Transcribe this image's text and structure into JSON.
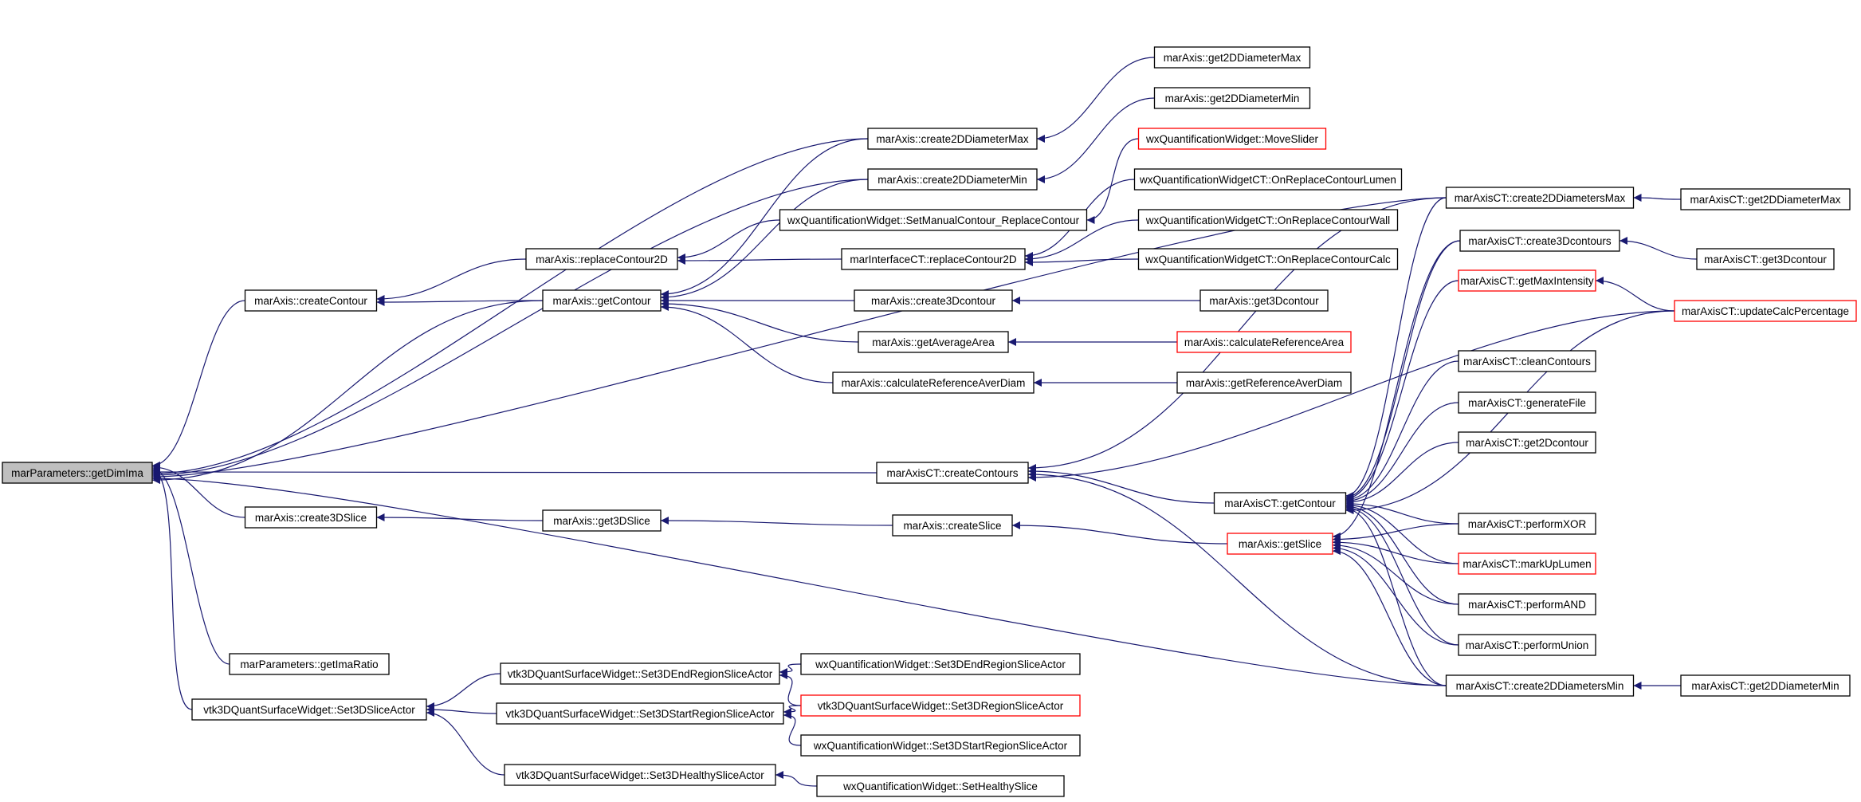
{
  "graph": {
    "colors": {
      "edge": "#191970",
      "highlight_border": "#ff0000",
      "root_fill": "#bfbfbf",
      "border": "#000000"
    },
    "nodes": [
      {
        "id": "root",
        "label": "marParameters::getDimIma",
        "style": "root"
      },
      {
        "id": "createContour",
        "label": "marAxis::createContour"
      },
      {
        "id": "create3DSlice",
        "label": "marAxis::create3DSlice"
      },
      {
        "id": "getImaRatio",
        "label": "marParameters::getImaRatio"
      },
      {
        "id": "set3DSliceActor",
        "label": "vtk3DQuantSurfaceWidget::Set3DSliceActor"
      },
      {
        "id": "replaceContour2D",
        "label": "marAxis::replaceContour2D"
      },
      {
        "id": "getContour",
        "label": "marAxis::getContour"
      },
      {
        "id": "get3DSlice",
        "label": "marAxis::get3DSlice"
      },
      {
        "id": "setEndRegion",
        "label": "vtk3DQuantSurfaceWidget::Set3DEndRegionSliceActor"
      },
      {
        "id": "setStartRegion",
        "label": "vtk3DQuantSurfaceWidget::Set3DStartRegionSliceActor"
      },
      {
        "id": "setHealthy",
        "label": "vtk3DQuantSurfaceWidget::Set3DHealthySliceActor"
      },
      {
        "id": "create2DDiamMax",
        "label": "marAxis::create2DDiameterMax"
      },
      {
        "id": "create2DDiamMin",
        "label": "marAxis::create2DDiameterMin"
      },
      {
        "id": "setManualContour",
        "label": "wxQuantificationWidget::SetManualContour_ReplaceContour"
      },
      {
        "id": "miReplaceContour2D",
        "label": "marInterfaceCT::replaceContour2D"
      },
      {
        "id": "create3Dcontour",
        "label": "marAxis::create3Dcontour"
      },
      {
        "id": "getAverageArea",
        "label": "marAxis::getAverageArea"
      },
      {
        "id": "calcRefAverDiam",
        "label": "marAxis::calculateReferenceAverDiam"
      },
      {
        "id": "ctCreateContours",
        "label": "marAxisCT::createContours"
      },
      {
        "id": "createSlice",
        "label": "marAxis::createSlice"
      },
      {
        "id": "wxSetEndRegion",
        "label": "wxQuantificationWidget::Set3DEndRegionSliceActor"
      },
      {
        "id": "wxSetRegion",
        "label": "vtk3DQuantSurfaceWidget::Set3DRegionSliceActor",
        "style": "red"
      },
      {
        "id": "wxSetStartRegion",
        "label": "wxQuantificationWidget::Set3DStartRegionSliceActor"
      },
      {
        "id": "wxSetHealthy",
        "label": "wxQuantificationWidget::SetHealthySlice"
      },
      {
        "id": "get2DDiamMax",
        "label": "marAxis::get2DDiameterMax"
      },
      {
        "id": "get2DDiamMin",
        "label": "marAxis::get2DDiameterMin"
      },
      {
        "id": "moveSlider",
        "label": "wxQuantificationWidget::MoveSlider",
        "style": "red"
      },
      {
        "id": "onReplaceLumen",
        "label": "wxQuantificationWidgetCT::OnReplaceContourLumen"
      },
      {
        "id": "onReplaceWall",
        "label": "wxQuantificationWidgetCT::OnReplaceContourWall"
      },
      {
        "id": "onReplaceCalc",
        "label": "wxQuantificationWidgetCT::OnReplaceContourCalc"
      },
      {
        "id": "get3Dcontour",
        "label": "marAxis::get3Dcontour"
      },
      {
        "id": "calcRefArea",
        "label": "marAxis::calculateReferenceArea",
        "style": "red"
      },
      {
        "id": "getRefAverDiam",
        "label": "marAxis::getReferenceAverDiam"
      },
      {
        "id": "ctGetContour",
        "label": "marAxisCT::getContour"
      },
      {
        "id": "getSlice",
        "label": "marAxis::getSlice",
        "style": "red"
      },
      {
        "id": "ctCreate2DDiamsMax",
        "label": "marAxisCT::create2DDiametersMax"
      },
      {
        "id": "ctCreate3Dcontours",
        "label": "marAxisCT::create3Dcontours"
      },
      {
        "id": "ctGetMaxIntensity",
        "label": "marAxisCT::getMaxIntensity",
        "style": "red"
      },
      {
        "id": "ctCleanContours",
        "label": "marAxisCT::cleanContours"
      },
      {
        "id": "ctGenerateFile",
        "label": "marAxisCT::generateFile"
      },
      {
        "id": "ctGet2Dcontour",
        "label": "marAxisCT::get2Dcontour"
      },
      {
        "id": "ctPerformXOR",
        "label": "marAxisCT::performXOR"
      },
      {
        "id": "ctMarkUpLumen",
        "label": "marAxisCT::markUpLumen",
        "style": "red"
      },
      {
        "id": "ctPerformAND",
        "label": "marAxisCT::performAND"
      },
      {
        "id": "ctPerformUnion",
        "label": "marAxisCT::performUnion"
      },
      {
        "id": "ctCreate2DDiamsMin",
        "label": "marAxisCT::create2DDiametersMin"
      },
      {
        "id": "ctGet2DDiamMax",
        "label": "marAxisCT::get2DDiameterMax"
      },
      {
        "id": "ctGet3Dcontour",
        "label": "marAxisCT::get3Dcontour"
      },
      {
        "id": "ctUpdateCalcPct",
        "label": "marAxisCT::updateCalcPercentage",
        "style": "red"
      },
      {
        "id": "ctGet2DDiamMin",
        "label": "marAxisCT::get2DDiameterMin"
      }
    ],
    "edges": [
      [
        "createContour",
        "root"
      ],
      [
        "create3DSlice",
        "root"
      ],
      [
        "getImaRatio",
        "root"
      ],
      [
        "set3DSliceActor",
        "root"
      ],
      [
        "ctCreateContours",
        "root"
      ],
      [
        "create2DDiamMax",
        "root"
      ],
      [
        "create2DDiamMin",
        "root"
      ],
      [
        "ctCreate2DDiamsMax",
        "root"
      ],
      [
        "ctCreate2DDiamsMin",
        "root"
      ],
      [
        "getContour",
        "root"
      ],
      [
        "replaceContour2D",
        "createContour"
      ],
      [
        "getContour",
        "createContour"
      ],
      [
        "get3DSlice",
        "create3DSlice"
      ],
      [
        "createSlice",
        "get3DSlice"
      ],
      [
        "setEndRegion",
        "set3DSliceActor"
      ],
      [
        "setStartRegion",
        "set3DSliceActor"
      ],
      [
        "setHealthy",
        "set3DSliceActor"
      ],
      [
        "setManualContour",
        "replaceContour2D"
      ],
      [
        "miReplaceContour2D",
        "replaceContour2D"
      ],
      [
        "create2DDiamMax",
        "getContour"
      ],
      [
        "create2DDiamMin",
        "getContour"
      ],
      [
        "create3Dcontour",
        "getContour"
      ],
      [
        "getAverageArea",
        "getContour"
      ],
      [
        "calcRefAverDiam",
        "getContour"
      ],
      [
        "get2DDiamMax",
        "create2DDiamMax"
      ],
      [
        "get2DDiamMin",
        "create2DDiamMin"
      ],
      [
        "moveSlider",
        "setManualContour"
      ],
      [
        "onReplaceLumen",
        "miReplaceContour2D"
      ],
      [
        "onReplaceWall",
        "miReplaceContour2D"
      ],
      [
        "onReplaceCalc",
        "miReplaceContour2D"
      ],
      [
        "get3Dcontour",
        "create3Dcontour"
      ],
      [
        "calcRefArea",
        "getAverageArea"
      ],
      [
        "getRefAverDiam",
        "calcRefAverDiam"
      ],
      [
        "wxSetEndRegion",
        "setEndRegion"
      ],
      [
        "wxSetRegion",
        "setEndRegion"
      ],
      [
        "wxSetRegion",
        "setStartRegion"
      ],
      [
        "wxSetStartRegion",
        "setStartRegion"
      ],
      [
        "wxSetHealthy",
        "setHealthy"
      ],
      [
        "getSlice",
        "createSlice"
      ],
      [
        "ctCreate2DDiamsMax",
        "ctCreateContours"
      ],
      [
        "ctGetContour",
        "ctCreateContours"
      ],
      [
        "ctCreate2DDiamsMin",
        "ctCreateContours"
      ],
      [
        "ctUpdateCalcPct",
        "ctCreateContours"
      ],
      [
        "ctCreate2DDiamsMax",
        "ctGetContour"
      ],
      [
        "ctCreate3Dcontours",
        "ctGetContour"
      ],
      [
        "ctGetMaxIntensity",
        "ctGetContour"
      ],
      [
        "ctCleanContours",
        "ctGetContour"
      ],
      [
        "ctGenerateFile",
        "ctGetContour"
      ],
      [
        "ctGet2Dcontour",
        "ctGetContour"
      ],
      [
        "ctPerformXOR",
        "ctGetContour"
      ],
      [
        "ctMarkUpLumen",
        "ctGetContour"
      ],
      [
        "ctPerformAND",
        "ctGetContour"
      ],
      [
        "ctPerformUnion",
        "ctGetContour"
      ],
      [
        "ctCreate2DDiamsMin",
        "ctGetContour"
      ],
      [
        "ctUpdateCalcPct",
        "ctGetContour"
      ],
      [
        "ctCreate3Dcontours",
        "getSlice"
      ],
      [
        "ctPerformXOR",
        "getSlice"
      ],
      [
        "ctMarkUpLumen",
        "getSlice"
      ],
      [
        "ctPerformAND",
        "getSlice"
      ],
      [
        "ctPerformUnion",
        "getSlice"
      ],
      [
        "ctCreate2DDiamsMin",
        "getSlice"
      ],
      [
        "ctGet2DDiamMax",
        "ctCreate2DDiamsMax"
      ],
      [
        "ctGet3Dcontour",
        "ctCreate3Dcontours"
      ],
      [
        "ctUpdateCalcPct",
        "ctGetMaxIntensity"
      ],
      [
        "ctGet2DDiamMin",
        "ctCreate2DDiamsMin"
      ]
    ]
  }
}
